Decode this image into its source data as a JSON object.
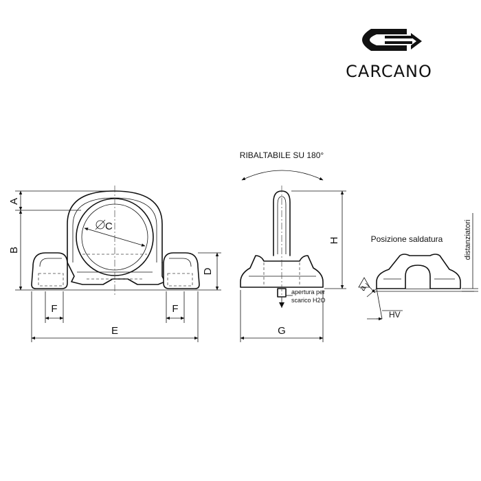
{
  "brand": {
    "name": "CARCANO",
    "logo_icon": "carcano-logo-icon"
  },
  "dimensions": {
    "A": "A",
    "B": "B",
    "C": "C",
    "D": "D",
    "E": "E",
    "F": "F",
    "G": "G",
    "H": "H",
    "HV": "HV",
    "a": "a"
  },
  "annotations": {
    "rotation": "RIBALTABILE SU 180°",
    "weld_position": "Posizione saldatura",
    "spacers": "distanziatori",
    "drain_line1": "apertura per",
    "drain_line2": "scarico H2O"
  },
  "colors": {
    "line": "#111111",
    "background": "#ffffff"
  }
}
